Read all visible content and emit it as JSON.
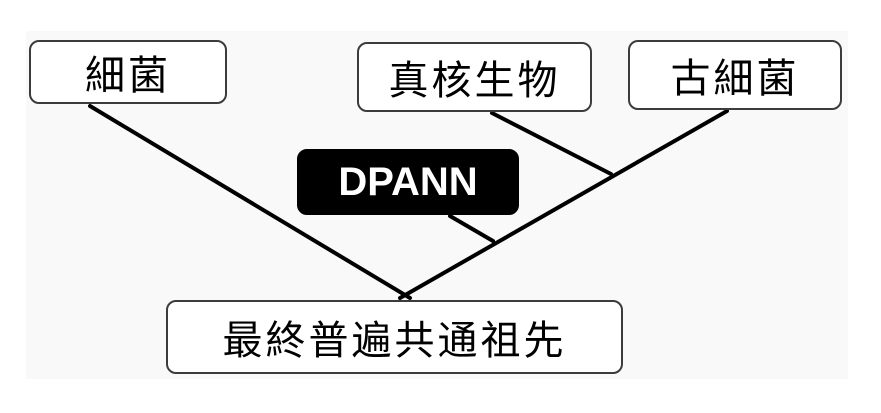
{
  "colors": {
    "line": "#000000",
    "box_border": "#3c3c3c",
    "box_fill": "#ffffff",
    "highlight_fill": "#000000",
    "highlight_text": "#ffffff"
  },
  "nodes": {
    "bacteria": "細菌",
    "eukaryote": "真核生物",
    "archaea": "古細菌",
    "dpann": "DPANN",
    "luca": "最終普遍共通祖先"
  }
}
